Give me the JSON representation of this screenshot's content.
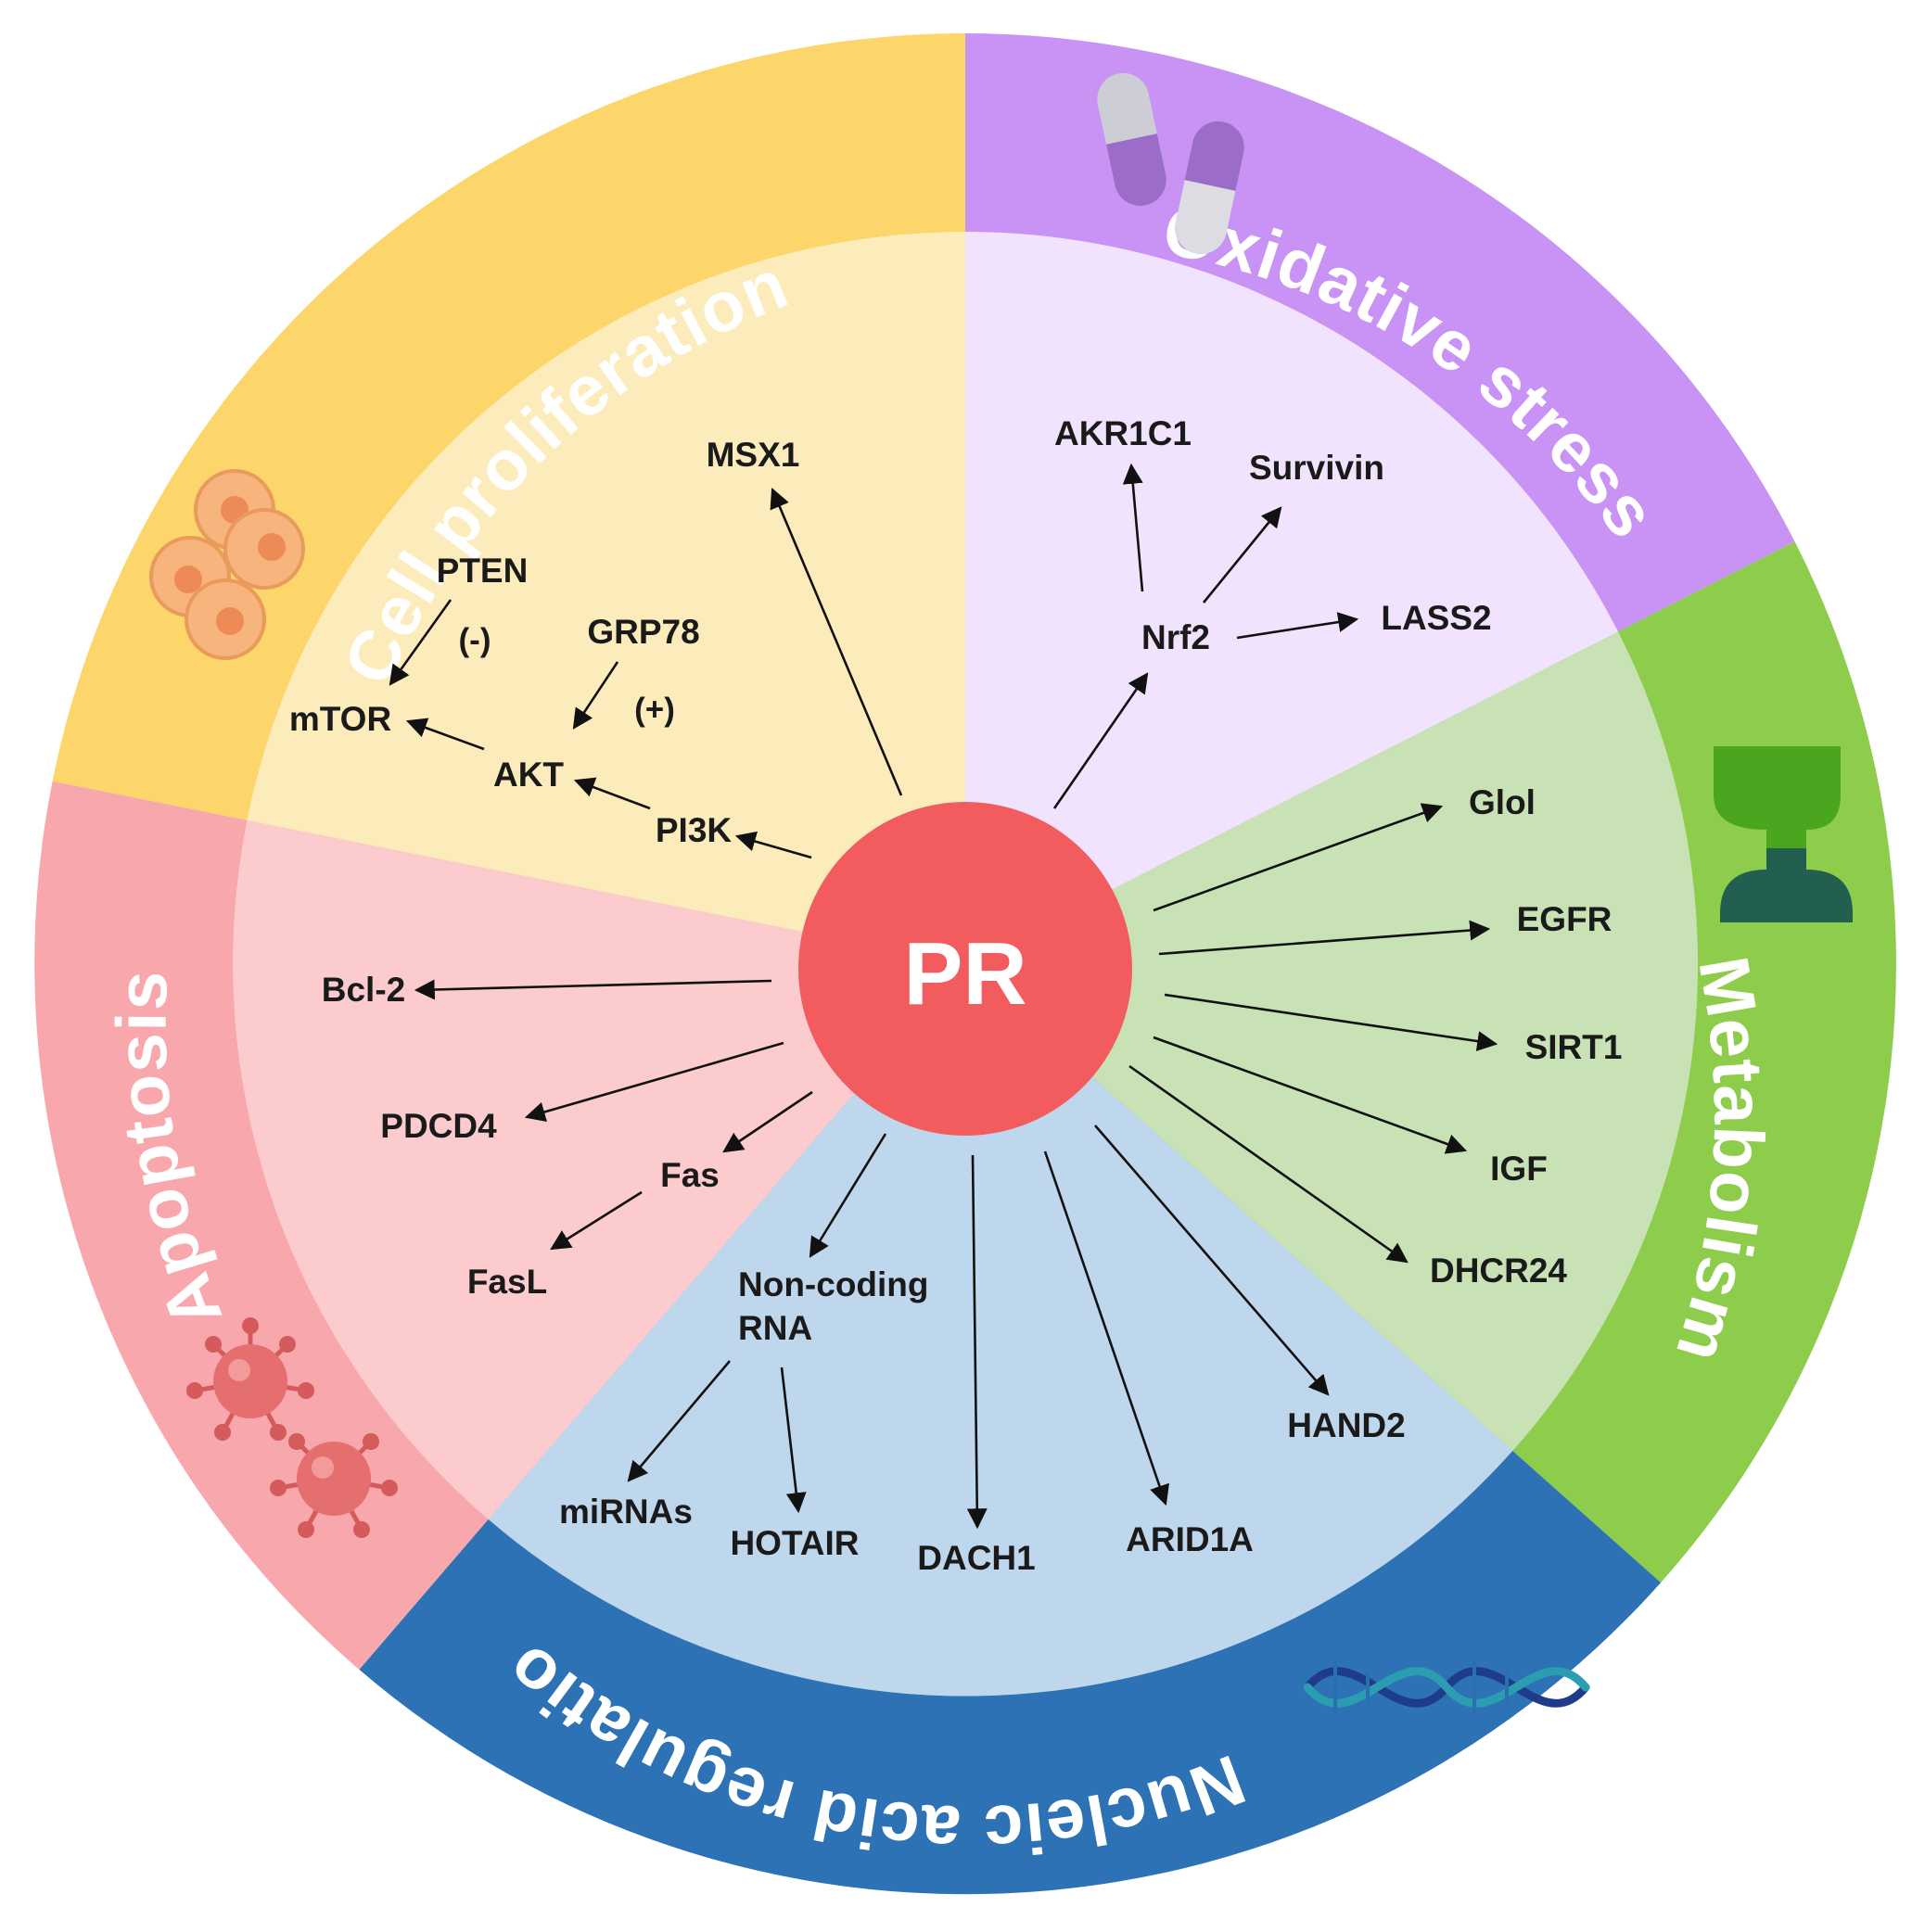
{
  "center": {
    "label": "PR",
    "color": "#f25c5f"
  },
  "sectors": [
    {
      "key": "cell_proliferation",
      "title": "Cell proliferation",
      "outer_color": "#fcd56b",
      "inner_color": "#fdecbb",
      "icon": "cell-cluster-icon"
    },
    {
      "key": "oxidative_stress",
      "title": "Oxidative stress",
      "outer_color": "#c893f4",
      "inner_color": "#f1e3fd",
      "icon": "capsule-pills-icon"
    },
    {
      "key": "metabolism",
      "title": "Metabolism",
      "outer_color": "#8ecd4c",
      "inner_color": "#c8e2b6",
      "icon": "hourglass-icon"
    },
    {
      "key": "nucleic_acid_regulation",
      "title": "Nucleic acid regulation",
      "outer_color": "#2c72b5",
      "inner_color": "#bfd7ed",
      "icon": "dna-helix-icon"
    },
    {
      "key": "apoptosis",
      "title": "Apoptosis",
      "outer_color": "#f8a7ac",
      "inner_color": "#fccbcd",
      "icon": "virus-icon"
    }
  ],
  "nodes": {
    "msx1": "MSX1",
    "pten": "PTEN",
    "grp78": "GRP78",
    "mtor": "mTOR",
    "akt": "AKT",
    "pi3k": "PI3K",
    "akr1c1": "AKR1C1",
    "survivin": "Survivin",
    "nrf2": "Nrf2",
    "lass2": "LASS2",
    "glol": "Glol",
    "egfr": "EGFR",
    "sirt1": "SIRT1",
    "igf": "IGF",
    "dhcr24": "DHCR24",
    "noncoding_line1": "Non-coding",
    "noncoding_line2": "RNA",
    "mirnas": "miRNAs",
    "hotair": "HOTAIR",
    "dach1": "DACH1",
    "arid1a": "ARID1A",
    "hand2": "HAND2",
    "bcl2": "Bcl-2",
    "pdcd4": "PDCD4",
    "fas": "Fas",
    "fasl": "FasL"
  },
  "signs": {
    "pten_mtor": "(-)",
    "grp78_akt": "(+)"
  },
  "edges": [
    {
      "from": "PR",
      "to": "MSX1"
    },
    {
      "from": "PR",
      "to": "PI3K"
    },
    {
      "from": "PI3K",
      "to": "AKT"
    },
    {
      "from": "AKT",
      "to": "mTOR"
    },
    {
      "from": "PTEN",
      "to": "mTOR",
      "sign": "(-)"
    },
    {
      "from": "GRP78",
      "to": "AKT",
      "sign": "(+)"
    },
    {
      "from": "PR",
      "to": "Nrf2"
    },
    {
      "from": "Nrf2",
      "to": "AKR1C1"
    },
    {
      "from": "Nrf2",
      "to": "Survivin"
    },
    {
      "from": "Nrf2",
      "to": "LASS2"
    },
    {
      "from": "PR",
      "to": "Glol"
    },
    {
      "from": "PR",
      "to": "EGFR"
    },
    {
      "from": "PR",
      "to": "SIRT1"
    },
    {
      "from": "PR",
      "to": "IGF"
    },
    {
      "from": "PR",
      "to": "DHCR24"
    },
    {
      "from": "PR",
      "to": "HAND2"
    },
    {
      "from": "PR",
      "to": "ARID1A"
    },
    {
      "from": "PR",
      "to": "DACH1"
    },
    {
      "from": "PR",
      "to": "Non-coding RNA"
    },
    {
      "from": "Non-coding RNA",
      "to": "miRNAs"
    },
    {
      "from": "Non-coding RNA",
      "to": "HOTAIR"
    },
    {
      "from": "PR",
      "to": "Bcl-2"
    },
    {
      "from": "PR",
      "to": "PDCD4"
    },
    {
      "from": "PR",
      "to": "Fas"
    },
    {
      "from": "Fas",
      "to": "FasL"
    }
  ]
}
